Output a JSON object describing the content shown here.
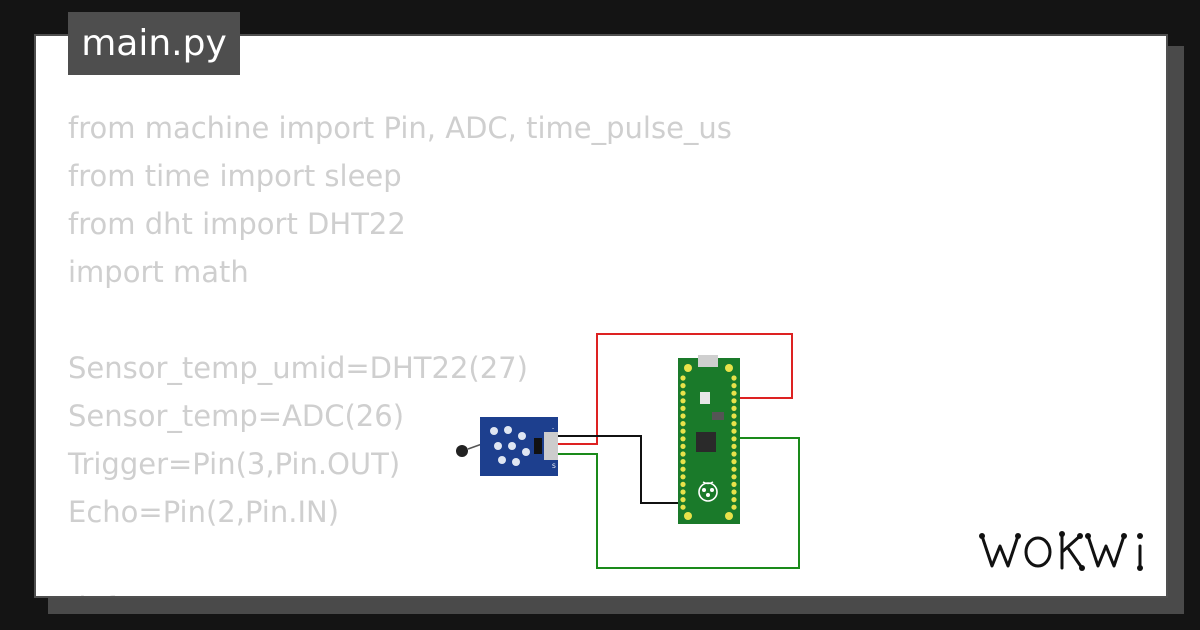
{
  "file_tab": {
    "label": "main.py"
  },
  "code_lines": [
    "from machine import Pin, ADC, time_pulse_us",
    "from time import sleep",
    "from dht import DHT22",
    "import math",
    "",
    "Sensor_temp_umid=DHT22(27)",
    "Sensor_temp=ADC(26)",
    "Trigger=Pin(3,Pin.OUT)",
    "Echo=Pin(2,Pin.IN)",
    "",
    "def ...  ... ... ...          ...  ...  DHT ..."
  ],
  "diagram": {
    "sensor_module": {
      "name": "ntc-temperature-sensor",
      "pin_labels": [
        "-",
        "",
        "S"
      ]
    },
    "board": {
      "name": "raspberry-pi-pico"
    },
    "wire_colors": {
      "power": "#dd2222",
      "ground": "#111111",
      "signal": "#1a8a1a"
    }
  },
  "brand": {
    "logo_text": "WOKWI"
  },
  "colors": {
    "background": "#141414",
    "card": "#ffffff",
    "tab": "#4e4e4e",
    "code_text": "#cfcfcf"
  }
}
